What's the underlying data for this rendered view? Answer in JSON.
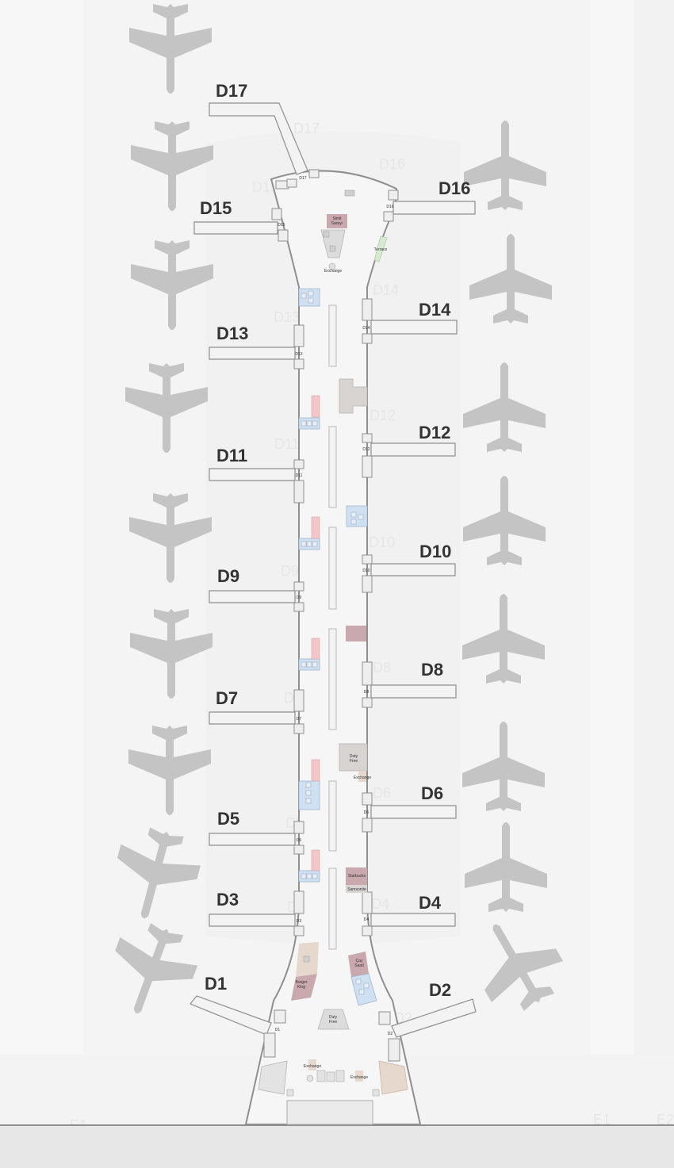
{
  "gates_left": [
    {
      "id": "D17",
      "label": "D17",
      "small": "D17"
    },
    {
      "id": "D15",
      "label": "D15",
      "small": "D15"
    },
    {
      "id": "D13",
      "label": "D13",
      "small": "D13"
    },
    {
      "id": "D11",
      "label": "D11",
      "small": "D11"
    },
    {
      "id": "D9",
      "label": "D9",
      "small": "D9"
    },
    {
      "id": "D7",
      "label": "D7",
      "small": "D7"
    },
    {
      "id": "D5",
      "label": "D5",
      "small": "D5"
    },
    {
      "id": "D3",
      "label": "D3",
      "small": "D3"
    },
    {
      "id": "D1",
      "label": "D1",
      "small": "D1"
    }
  ],
  "gates_right": [
    {
      "id": "D16",
      "label": "D16",
      "small": "D16"
    },
    {
      "id": "D14",
      "label": "D14",
      "small": "D14"
    },
    {
      "id": "D12",
      "label": "D12",
      "small": "D12"
    },
    {
      "id": "D10",
      "label": "D10",
      "small": "D10"
    },
    {
      "id": "D8",
      "label": "D8",
      "small": "D8"
    },
    {
      "id": "D6",
      "label": "D6",
      "small": "D6"
    },
    {
      "id": "D4",
      "label": "D4",
      "small": "D4"
    },
    {
      "id": "D2",
      "label": "D2",
      "small": "D2"
    }
  ],
  "pois": {
    "simit": [
      "Simit",
      "Sarayı"
    ],
    "exchange_top": "Exchange",
    "terrace": "Terrace",
    "duty_free_mid": [
      "Duty",
      "Free"
    ],
    "exchange_mid": "Exchange",
    "starbucks": "Starbucks",
    "samsonite": "Samsonite",
    "cay_saati": [
      "Çay",
      "Saati"
    ],
    "burger_king": [
      "Burger",
      "King"
    ],
    "duty_free_bottom": [
      "Duty",
      "Free"
    ],
    "exchange_bottom_left": "Exchange",
    "exchange_bottom_right": "Exchange"
  },
  "background_labels": [
    "D17",
    "D16",
    "D15",
    "D14",
    "D13",
    "D12",
    "D11",
    "D10",
    "D9",
    "D8",
    "D7",
    "D6",
    "D5",
    "D4",
    "D3",
    "D2",
    "D1",
    "E1",
    "E2",
    "E1"
  ],
  "colors": {
    "terminal_fill": "#f6f6f6",
    "terminal_stroke": "#8f8f8f",
    "plane": "#c4c4c4",
    "toilet_block": "#cfe0f2",
    "shop_pink": "#f4c6c9",
    "food": "#c9a9ae",
    "duty_free": "#d8d4d2",
    "terrace": "#d5ebd0",
    "sand": "#e6d8cc"
  }
}
